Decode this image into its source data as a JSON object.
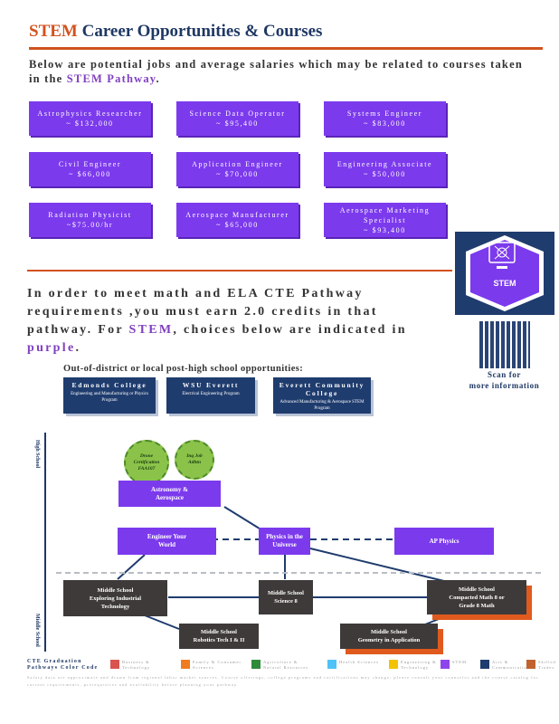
{
  "header": {
    "title_accent": "STEM",
    "title_rest": "Career Opportunities & Courses"
  },
  "intro": {
    "text_before": "Below are potential jobs and average salaries which may be related to courses taken in the ",
    "pathway": "STEM Pathway",
    "text_after": "."
  },
  "jobs": [
    {
      "title": "Astrophysics Researcher",
      "salary": "~ $132,000"
    },
    {
      "title": "Science Data Operator",
      "salary": "~ $95,400"
    },
    {
      "title": "Systems Engineer",
      "salary": "~ $83,000"
    },
    {
      "title": "Civil Engineer",
      "salary": "~ $66,000"
    },
    {
      "title": "Application Engineer",
      "salary": "~ $70,000"
    },
    {
      "title": "Engineering Associate",
      "salary": "~ $50,000"
    },
    {
      "title": "Radiation Physicist",
      "salary": "~$75.00/hr"
    },
    {
      "title": "Aerospace Manufacturer",
      "salary": "~ $65,000"
    },
    {
      "title": "Aerospace Marketing Specialist",
      "salary": "~ $93,400"
    }
  ],
  "badge": {
    "label": "STEM"
  },
  "requirements": {
    "text_before": "In order to meet math and ELA CTE Pathway requirements ,you must earn 2.0 credits in that pathway. For ",
    "pathway": "STEM",
    "text_middle": ", choices below are indicated in ",
    "color_word": "purple",
    "text_after": "."
  },
  "scan": {
    "line1": "Scan for",
    "line2": "more information"
  },
  "post_high_school": {
    "label": "Out-of-district or local post-high school opportunities:",
    "colleges": [
      {
        "name": "Edmonds College",
        "detail": "Engineering and Manufacturing or Physics Program"
      },
      {
        "name": "WSU Everett",
        "detail": "Electrical Engineering Program"
      },
      {
        "name": "Everett Community College",
        "detail": "Advanced Manufacturing & Aerospace STEM Program"
      }
    ]
  },
  "pathway": {
    "high_school_label": "High School",
    "middle_school_label": "Middle School",
    "certifications": [
      {
        "text": "Drone Certification FAA107"
      },
      {
        "text": "Inq Job Adhtn"
      }
    ],
    "astronomy": "Astronomy & Aerospace",
    "engineer_world": "Engineer Your World",
    "physics_universe": "Physics in the Universe",
    "ap_physics": "AP Physics",
    "ms_industrial": {
      "title": "Middle School",
      "course": "Exploring Industrial Technology"
    },
    "ms_science8": {
      "title": "Middle School",
      "course": "Science 8"
    },
    "ms_math": {
      "title": "Middle School",
      "course": "Compacted Math 8 or Grade 8 Math"
    },
    "ms_robotics": {
      "title": "Middle School",
      "course": "Robotics Tech I & II"
    },
    "ms_geometry": {
      "title": "Middle School",
      "course": "Geometry in Application"
    }
  },
  "legend": {
    "title_line1": "CTE Graduation",
    "title_line2": "Pathways Color Code",
    "items": [
      {
        "label": "Business & Technology",
        "color": "#d9534f"
      },
      {
        "label": "Family & Consumer Sciences",
        "color": "#f07c21"
      },
      {
        "label": "Agriculture & Natural Resources",
        "color": "#2e8b3a"
      },
      {
        "label": "Health Sciences",
        "color": "#4fc3f7"
      },
      {
        "label": "Engineering & Technology",
        "color": "#f2c300"
      },
      {
        "label": "STEM",
        "color": "#8e44ec"
      },
      {
        "label": "Arts & Communication",
        "color": "#1f3c6e"
      },
      {
        "label": "Skilled Trades",
        "color": "#c0622e"
      }
    ]
  },
  "fineprint": "Salary data are approximate and drawn from regional labor market sources. Course offerings, college programs and certifications may change; please consult your counselor and the course catalog for current requirements, prerequisites and availability before planning your pathway."
}
